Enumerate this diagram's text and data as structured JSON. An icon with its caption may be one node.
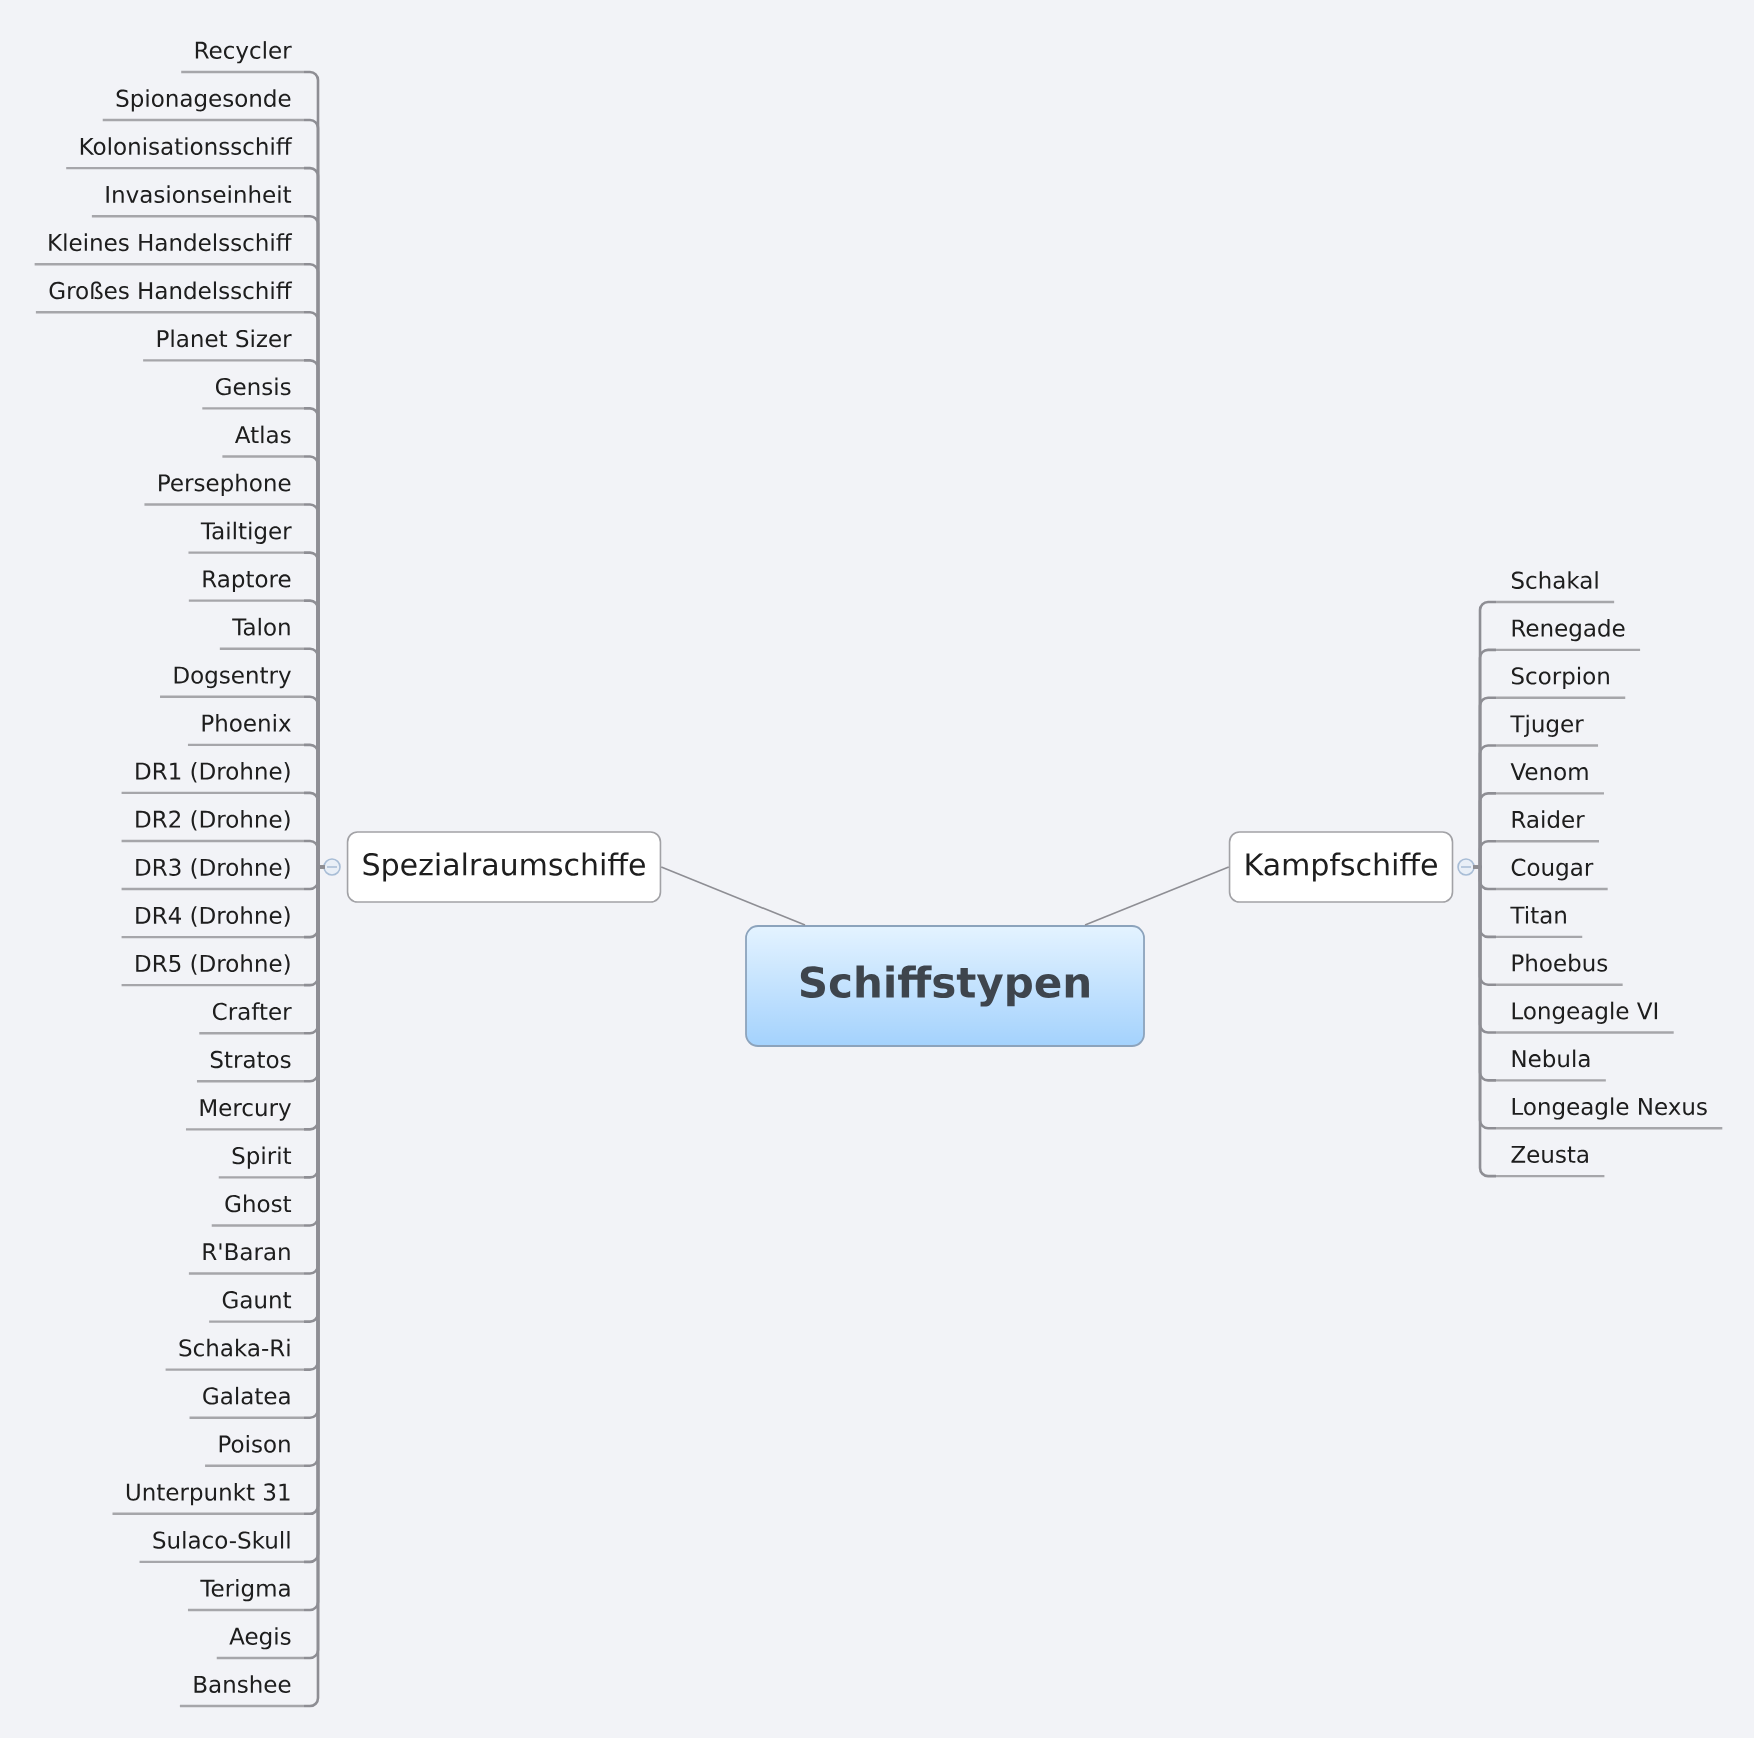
{
  "diagram": {
    "nodes": [
      {
        "text": [
          "Schiffstypen"
        ]
      },
      {
        "text": [
          "Spezialraumschiffe"
        ]
      },
      {
        "text": [
          "Recycler"
        ]
      },
      {
        "text": [
          "Spionagesonde"
        ]
      },
      {
        "text": [
          "Kolonisationsschiff"
        ]
      },
      {
        "text": [
          "Invasionseinheit"
        ]
      },
      {
        "text": [
          "Kleines Handelsschiff"
        ]
      },
      {
        "text": [
          "Großes Handelsschiff"
        ]
      },
      {
        "text": [
          "Planet Sizer"
        ]
      },
      {
        "text": [
          "Gensis"
        ]
      },
      {
        "text": [
          "Atlas"
        ]
      },
      {
        "text": [
          "Persephone"
        ]
      },
      {
        "text": [
          "Tailtiger"
        ]
      },
      {
        "text": [
          "Raptore"
        ]
      },
      {
        "text": [
          "Talon"
        ]
      },
      {
        "text": [
          "Dogsentry"
        ]
      },
      {
        "text": [
          "Phoenix"
        ]
      },
      {
        "text": [
          "DR1 (Drohne)"
        ]
      },
      {
        "text": [
          "DR2 (Drohne)"
        ]
      },
      {
        "text": [
          "DR3 (Drohne)"
        ]
      },
      {
        "text": [
          "DR4 (Drohne)"
        ]
      },
      {
        "text": [
          "DR5 (Drohne)"
        ]
      },
      {
        "text": [
          "Crafter"
        ]
      },
      {
        "text": [
          "Stratos"
        ]
      },
      {
        "text": [
          "Mercury"
        ]
      },
      {
        "text": [
          "Spirit"
        ]
      },
      {
        "text": [
          "Ghost"
        ]
      },
      {
        "text": [
          "R'Baran"
        ]
      },
      {
        "text": [
          "Gaunt"
        ]
      },
      {
        "text": [
          "Schaka-Ri"
        ]
      },
      {
        "text": [
          "Galatea"
        ]
      },
      {
        "text": [
          "Poison"
        ]
      },
      {
        "text": [
          "Unterpunkt 31"
        ]
      },
      {
        "text": [
          "Sulaco-Skull"
        ]
      },
      {
        "text": [
          "Terigma"
        ]
      },
      {
        "text": [
          "Aegis"
        ]
      },
      {
        "text": [
          "Banshee"
        ]
      },
      {
        "text": [
          "Kampfschiffe"
        ]
      },
      {
        "text": [
          "Schakal"
        ]
      },
      {
        "text": [
          "Renegade"
        ]
      },
      {
        "text": [
          "Scorpion"
        ]
      },
      {
        "text": [
          "Tjuger"
        ]
      },
      {
        "text": [
          "Venom"
        ]
      },
      {
        "text": [
          "Raider"
        ]
      },
      {
        "text": [
          "Cougar"
        ]
      },
      {
        "text": [
          "Titan"
        ]
      },
      {
        "text": [
          "Phoebus"
        ]
      },
      {
        "text": [
          "Longeagle VI"
        ]
      },
      {
        "text": [
          "Nebula"
        ]
      },
      {
        "text": [
          "Longeagle Nexus"
        ]
      },
      {
        "text": [
          "Zeusta"
        ]
      }
    ],
    "edges": [
      {
        "from": 0,
        "to": 1,
        "arrow": "none"
      },
      {
        "from": 0,
        "to": 37,
        "arrow": "none"
      },
      {
        "from": 1,
        "to": 2,
        "arrow": "none"
      },
      {
        "from": 1,
        "to": 3,
        "arrow": "none"
      },
      {
        "from": 1,
        "to": 4,
        "arrow": "none"
      },
      {
        "from": 1,
        "to": 5,
        "arrow": "none"
      },
      {
        "from": 1,
        "to": 6,
        "arrow": "none"
      },
      {
        "from": 1,
        "to": 7,
        "arrow": "none"
      },
      {
        "from": 1,
        "to": 8,
        "arrow": "none"
      },
      {
        "from": 1,
        "to": 9,
        "arrow": "none"
      },
      {
        "from": 1,
        "to": 10,
        "arrow": "none"
      },
      {
        "from": 1,
        "to": 11,
        "arrow": "none"
      },
      {
        "from": 1,
        "to": 12,
        "arrow": "none"
      },
      {
        "from": 1,
        "to": 13,
        "arrow": "none"
      },
      {
        "from": 1,
        "to": 14,
        "arrow": "none"
      },
      {
        "from": 1,
        "to": 15,
        "arrow": "none"
      },
      {
        "from": 1,
        "to": 16,
        "arrow": "none"
      },
      {
        "from": 1,
        "to": 17,
        "arrow": "none"
      },
      {
        "from": 1,
        "to": 18,
        "arrow": "none"
      },
      {
        "from": 1,
        "to": 19,
        "arrow": "none"
      },
      {
        "from": 1,
        "to": 20,
        "arrow": "none"
      },
      {
        "from": 1,
        "to": 21,
        "arrow": "none"
      },
      {
        "from": 1,
        "to": 22,
        "arrow": "none"
      },
      {
        "from": 1,
        "to": 23,
        "arrow": "none"
      },
      {
        "from": 1,
        "to": 24,
        "arrow": "none"
      },
      {
        "from": 1,
        "to": 25,
        "arrow": "none"
      },
      {
        "from": 1,
        "to": 26,
        "arrow": "none"
      },
      {
        "from": 1,
        "to": 27,
        "arrow": "none"
      },
      {
        "from": 1,
        "to": 28,
        "arrow": "none"
      },
      {
        "from": 1,
        "to": 29,
        "arrow": "none"
      },
      {
        "from": 1,
        "to": 30,
        "arrow": "none"
      },
      {
        "from": 1,
        "to": 31,
        "arrow": "none"
      },
      {
        "from": 1,
        "to": 32,
        "arrow": "none"
      },
      {
        "from": 1,
        "to": 33,
        "arrow": "none"
      },
      {
        "from": 1,
        "to": 34,
        "arrow": "none"
      },
      {
        "from": 1,
        "to": 35,
        "arrow": "none"
      },
      {
        "from": 1,
        "to": 36,
        "arrow": "none"
      },
      {
        "from": 37,
        "to": 38,
        "arrow": "none"
      },
      {
        "from": 37,
        "to": 39,
        "arrow": "none"
      },
      {
        "from": 37,
        "to": 40,
        "arrow": "none"
      },
      {
        "from": 37,
        "to": 41,
        "arrow": "none"
      },
      {
        "from": 37,
        "to": 42,
        "arrow": "none"
      },
      {
        "from": 37,
        "to": 43,
        "arrow": "none"
      },
      {
        "from": 37,
        "to": 44,
        "arrow": "none"
      },
      {
        "from": 37,
        "to": 45,
        "arrow": "none"
      },
      {
        "from": 37,
        "to": 46,
        "arrow": "none"
      },
      {
        "from": 37,
        "to": 47,
        "arrow": "none"
      },
      {
        "from": 37,
        "to": 48,
        "arrow": "none"
      },
      {
        "from": 37,
        "to": 49,
        "arrow": "none"
      },
      {
        "from": 37,
        "to": 50,
        "arrow": "none"
      }
    ]
  }
}
